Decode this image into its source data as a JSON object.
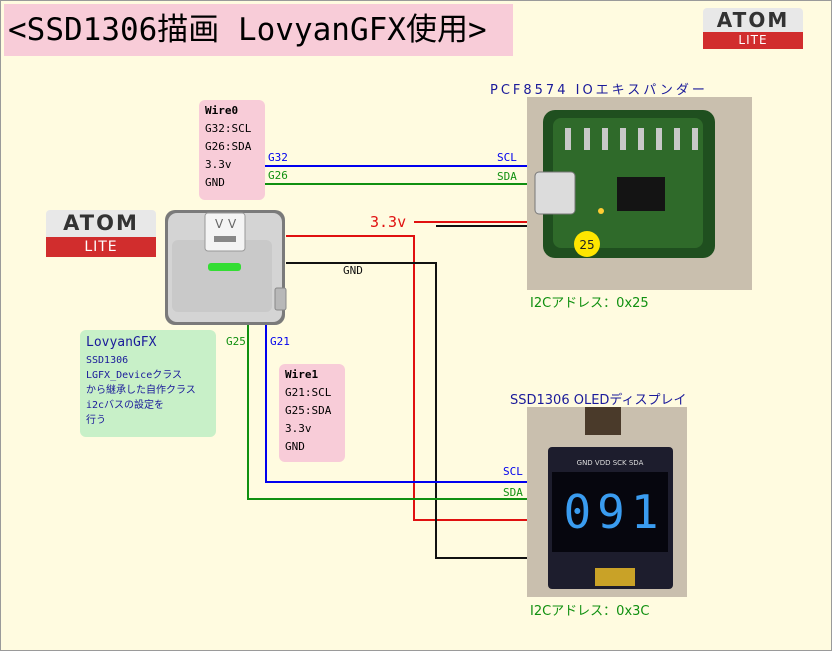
{
  "title": "<SSD1306描画 LovyanGFX使用>",
  "logo": {
    "brand": "ATOM",
    "sub": "LITE"
  },
  "wire0": {
    "title": "Wire0",
    "lines": [
      "G32:SCL",
      "G26:SDA",
      "3.3v",
      "GND"
    ]
  },
  "wire1": {
    "title": "Wire1",
    "lines": [
      "G21:SCL",
      "G25:SDA",
      "3.3v",
      "GND"
    ]
  },
  "lovyan": {
    "title": "LovyanGFX",
    "lines": [
      "SSD1306",
      "LGFX_Deviceクラス",
      "から継承した自作クラス",
      "i2cバスの設定を",
      "行う"
    ]
  },
  "pcf": {
    "title": "PCF8574 IOエキスパンダー",
    "address": "I2Cアドレス：0x25",
    "marker": "25"
  },
  "oled": {
    "title": "SSD1306 OLEDディスプレイ",
    "address": "I2Cアドレス：0x3C",
    "display_text": "091",
    "pins": "GND VDD SCK SDA"
  },
  "wires": {
    "g32": "G32",
    "g26": "G26",
    "g25": "G25",
    "g21": "G21",
    "v33": "3.3v",
    "gnd": "GND",
    "scl_top": "SCL",
    "sda_top": "SDA",
    "scl_bot": "SCL",
    "sda_bot": "SDA"
  },
  "colors": {
    "scl": "#0000ee",
    "sda": "#109010",
    "vcc": "#e01010",
    "gnd": "#111111"
  }
}
